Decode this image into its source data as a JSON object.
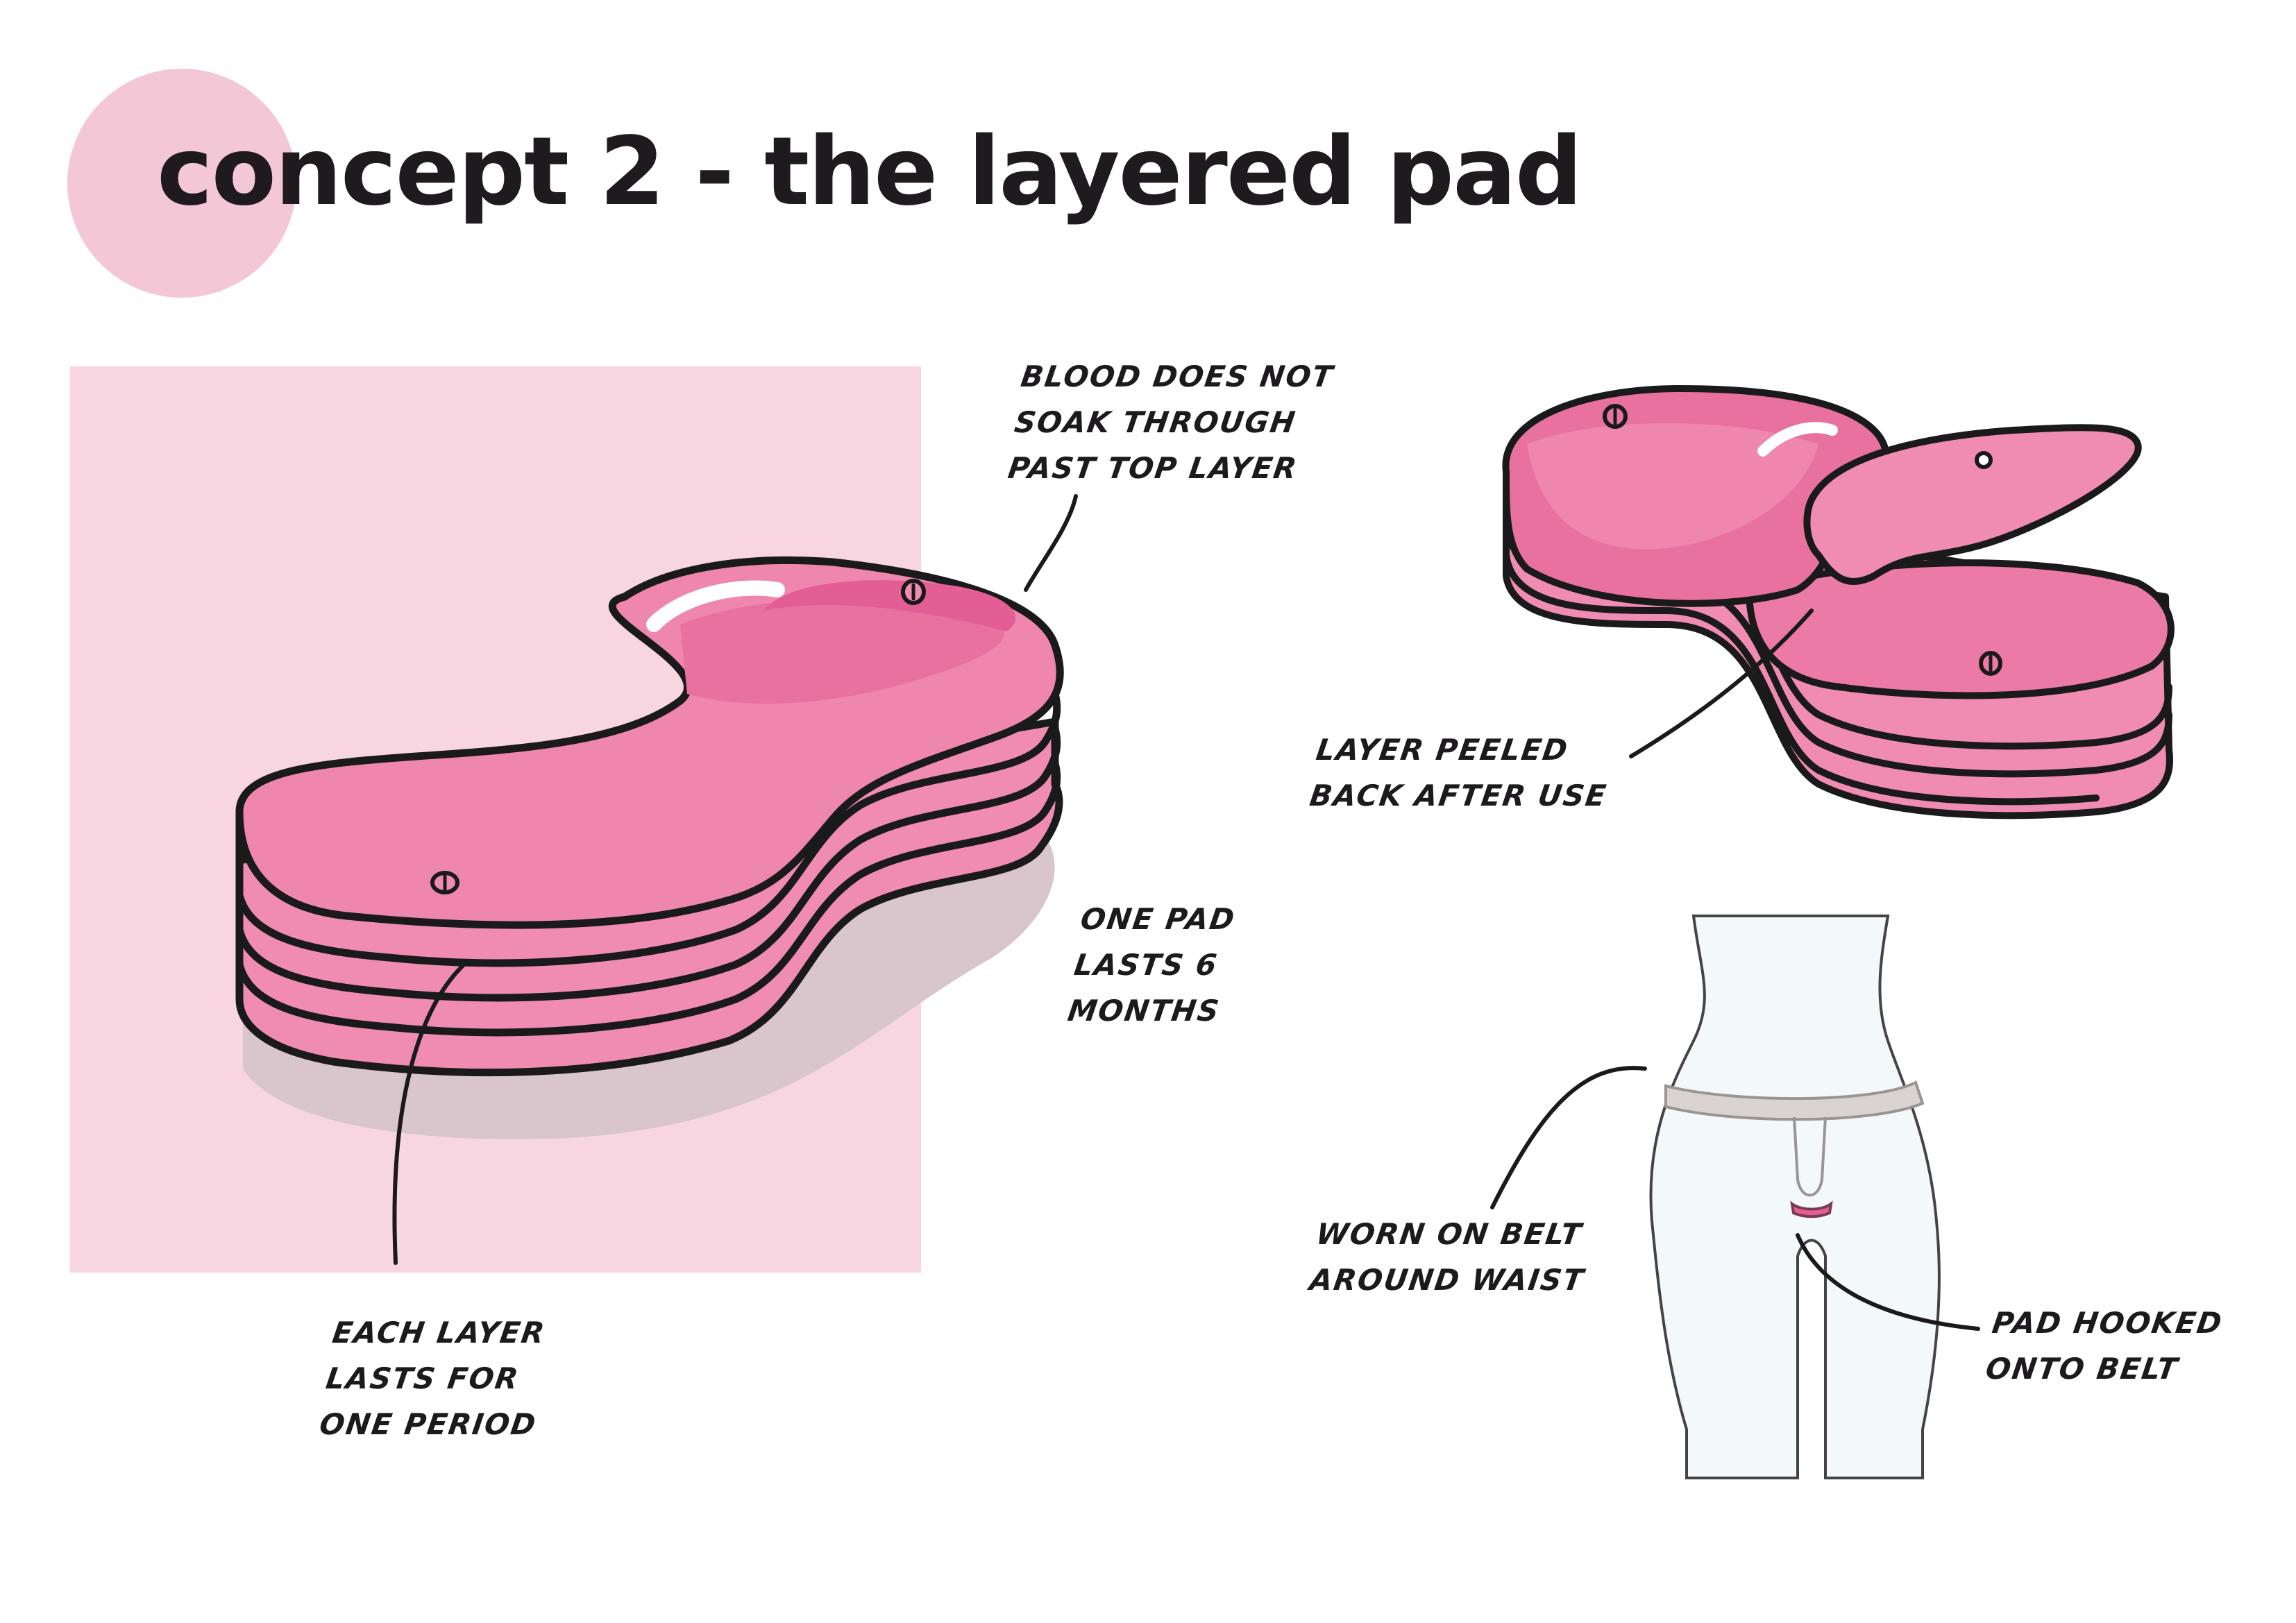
{
  "title": "concept 2 - the layered pad",
  "colors": {
    "accent_circle": "#f4c7d6",
    "panel_bg": "#f7d6e2",
    "pad_light": "#f08bb2",
    "pad_mid": "#ec7aa6",
    "pad_dark": "#e45e96",
    "outline": "#1a1a1a",
    "body_fill": "#f3f8fb",
    "belt": "#d9d4d2"
  },
  "annotations": {
    "blood": [
      "BLOOD DOES NOT",
      "SOAK THROUGH",
      "PAST TOP LAYER"
    ],
    "one_pad": [
      "ONE PAD",
      "LASTS 6",
      "MONTHS"
    ],
    "each_layer": [
      "EACH LAYER",
      "LASTS FOR",
      "ONE PERIOD"
    ],
    "peeled": [
      "LAYER PEELED",
      "BACK AFTER USE"
    ],
    "belt": [
      "WORN ON BELT",
      "AROUND WAIST"
    ],
    "hooked": [
      "PAD HOOKED",
      "ONTO BELT"
    ]
  },
  "icons": [
    "layered-pad-illustration",
    "peeled-pad-illustration",
    "torso-belt-illustration"
  ]
}
